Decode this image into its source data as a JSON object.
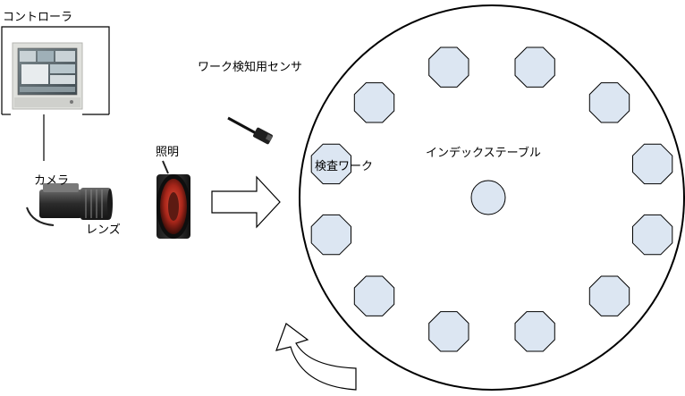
{
  "labels": {
    "controller": "コントローラ",
    "sensor": "ワーク検知用センサ",
    "lighting": "照明",
    "camera": "カメラ",
    "lens": "レンズ",
    "inspection_work": "検査ワーク",
    "index_table": "インデックステーブル"
  },
  "colors": {
    "work_fill": "#dce6f2",
    "outline": "#000000",
    "monitor_bezel": "#dfe0dc",
    "ring_red": "#b42a1c"
  },
  "workpieces_count": 12
}
